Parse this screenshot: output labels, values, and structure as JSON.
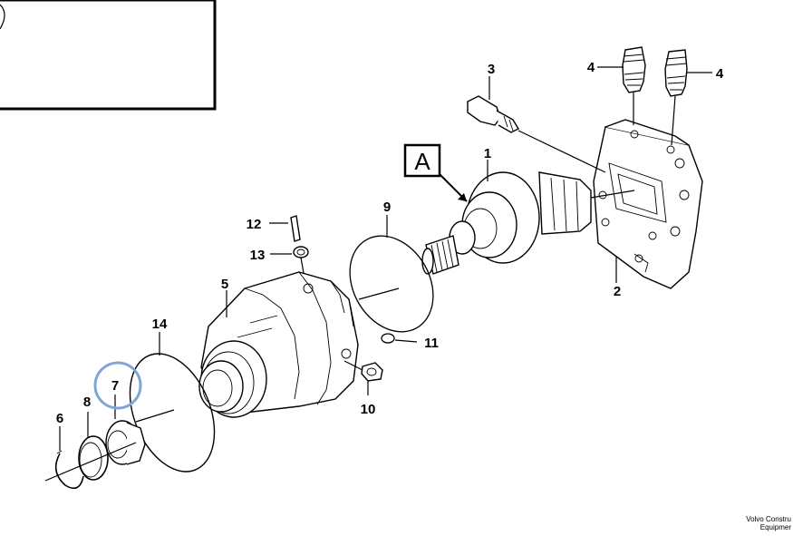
{
  "view_label": "A",
  "callouts": {
    "c1": "1",
    "c2": "2",
    "c3": "3",
    "c4a": "4",
    "c4b": "4",
    "c5": "5",
    "c6": "6",
    "c7": "7",
    "c8": "8",
    "c9": "9",
    "c10": "10",
    "c11": "11",
    "c12": "12",
    "c13": "13",
    "c14": "14"
  },
  "highlight_color": "#7fa7d6",
  "credit": {
    "line1": "Volvo Constru",
    "line2": "Equipmer"
  }
}
